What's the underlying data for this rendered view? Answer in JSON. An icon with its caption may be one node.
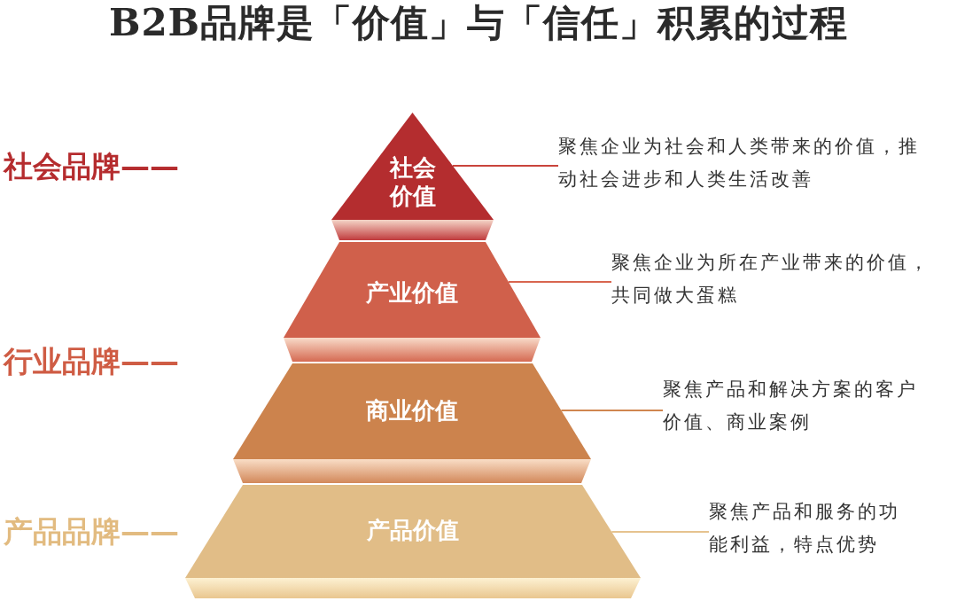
{
  "diagram": {
    "title": "B2B品牌是「价值」与「信任」积累的过程",
    "nodes": [
      {
        "text": [
          "社会价值"
        ]
      },
      {
        "text": [
          "聚焦企业为社会和人类带来的价值，推动社会进步和人类生活改善"
        ]
      },
      {
        "text": [
          "产业价值"
        ]
      },
      {
        "text": [
          "聚焦企业为所在产业带来的价值，共同做大蛋糕"
        ]
      },
      {
        "text": [
          "商业价值"
        ]
      },
      {
        "text": [
          "聚焦产品和解决方案的客户价值、商业案例"
        ]
      },
      {
        "text": [
          "产品价值"
        ]
      },
      {
        "text": [
          "聚焦产品和服务的功能利益，特点优势"
        ]
      }
    ],
    "edges": [
      {
        "from": 1,
        "to": 0,
        "arrow": "none",
        "color": "#c9443c"
      },
      {
        "from": 3,
        "to": 2,
        "arrow": "none",
        "color": "#d8664f"
      },
      {
        "from": 5,
        "to": 4,
        "arrow": "none",
        "color": "#d0864f"
      },
      {
        "from": 7,
        "to": 6,
        "arrow": "none",
        "color": "#e6c38f"
      }
    ],
    "labels": [
      "社会品牌——",
      "行业品牌——",
      "产品品牌——"
    ]
  }
}
